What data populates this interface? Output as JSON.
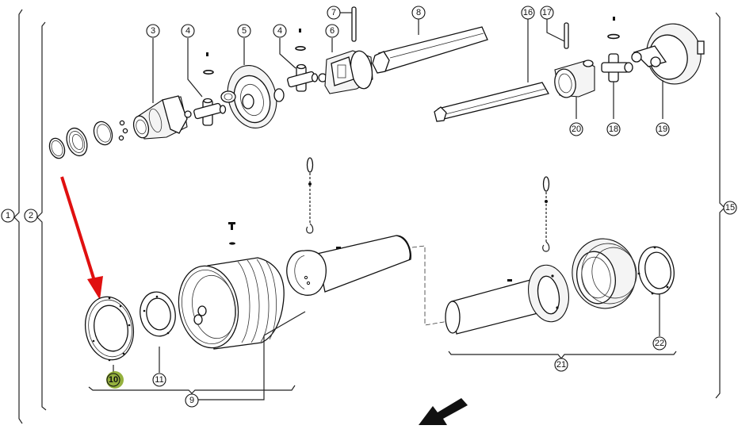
{
  "diagram": {
    "type": "exploded-parts-view",
    "subject": "PTO drive shaft assembly with protective guard",
    "highlight_color": "#8aa829",
    "arrow_color": "#e01010",
    "highlighted_part": "10",
    "callouts": [
      {
        "id": "c1",
        "label": "1"
      },
      {
        "id": "c2",
        "label": "2"
      },
      {
        "id": "c3",
        "label": "3"
      },
      {
        "id": "c4a",
        "label": "4"
      },
      {
        "id": "c5",
        "label": "5"
      },
      {
        "id": "c4b",
        "label": "4"
      },
      {
        "id": "c6",
        "label": "6"
      },
      {
        "id": "c7",
        "label": "7"
      },
      {
        "id": "c8",
        "label": "8"
      },
      {
        "id": "c16",
        "label": "16"
      },
      {
        "id": "c17",
        "label": "17"
      },
      {
        "id": "c20",
        "label": "20"
      },
      {
        "id": "c18",
        "label": "18"
      },
      {
        "id": "c19",
        "label": "19"
      },
      {
        "id": "c15",
        "label": "15"
      },
      {
        "id": "c10",
        "label": "10"
      },
      {
        "id": "c11",
        "label": "11"
      },
      {
        "id": "c9",
        "label": "9"
      },
      {
        "id": "c21",
        "label": "21"
      },
      {
        "id": "c22",
        "label": "22"
      }
    ]
  }
}
